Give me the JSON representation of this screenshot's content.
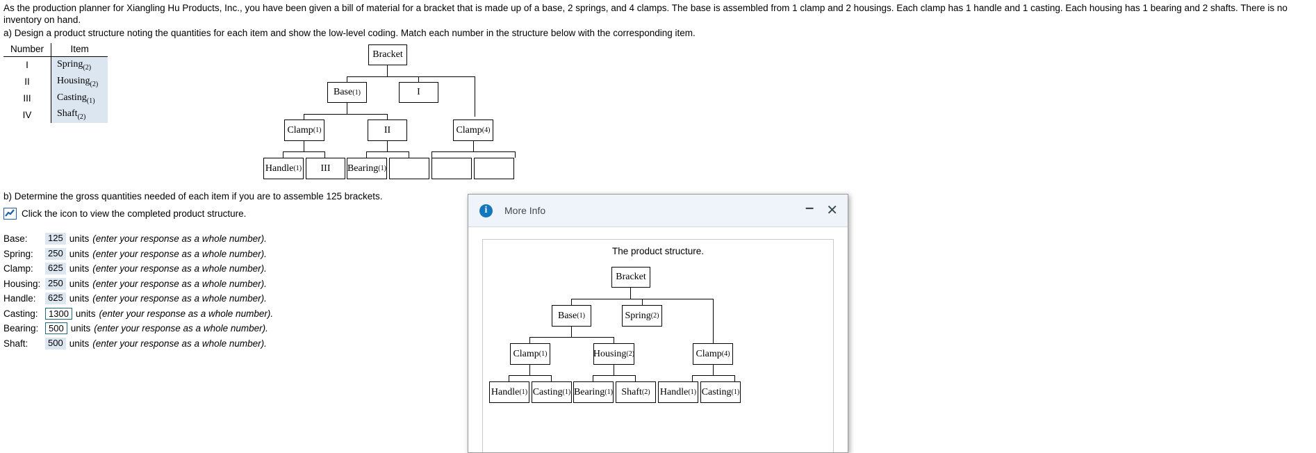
{
  "problem": {
    "intro": "As the production planner for Xiangling Hu Products, Inc., you have been given a bill of material for a bracket that is made up of a base, 2 springs, and 4 clamps. The base is assembled from 1 clamp and 2 housings. Each clamp has 1 handle and 1 casting. Each housing has 1 bearing and 2 shafts. There is no inventory on hand.",
    "part_a": "a) Design a product structure noting the quantities for each item and show the low-level coding. Match each number in the structure below with the corresponding item.",
    "part_b": "b) Determine the gross quantities needed of each item if you are to assemble 125 brackets.",
    "icon_hint": "Click the icon to view the completed product structure."
  },
  "legend": {
    "headers": [
      "Number",
      "Item"
    ],
    "rows": [
      {
        "number": "I",
        "item": "Spring",
        "qty": "(2)"
      },
      {
        "number": "II",
        "item": "Housing",
        "qty": "(2)"
      },
      {
        "number": "III",
        "item": "Casting",
        "qty": "(1)"
      },
      {
        "number": "IV",
        "item": "Shaft",
        "qty": "(2)"
      }
    ]
  },
  "main_tree": {
    "nodes": {
      "bracket": {
        "label": "Bracket",
        "qty": ""
      },
      "base": {
        "label": "Base",
        "qty": "(1)"
      },
      "roman_i": {
        "label": "I",
        "qty": ""
      },
      "clamp1": {
        "label": "Clamp",
        "qty": "(1)"
      },
      "roman_ii": {
        "label": "II",
        "qty": ""
      },
      "clamp4": {
        "label": "Clamp",
        "qty": "(4)"
      },
      "handle": {
        "label": "Handle",
        "qty": "(1)"
      },
      "roman_iii": {
        "label": "III",
        "qty": ""
      },
      "bearing": {
        "label": "Bearing",
        "qty": "(1)"
      }
    }
  },
  "answers": {
    "units_word": "units",
    "hint": "(enter your response as a whole number).",
    "rows": [
      {
        "label": "Base:",
        "value": "125",
        "state": "filled"
      },
      {
        "label": "Spring:",
        "value": "250",
        "state": "filled"
      },
      {
        "label": "Clamp:",
        "value": "625",
        "state": "filled"
      },
      {
        "label": "Housing:",
        "value": "250",
        "state": "filled"
      },
      {
        "label": "Handle:",
        "value": "625",
        "state": "filled"
      },
      {
        "label": "Casting:",
        "value": "1300",
        "state": "active"
      },
      {
        "label": "Bearing:",
        "value": "500",
        "state": "active"
      },
      {
        "label": "Shaft:",
        "value": "500",
        "state": "filled"
      }
    ]
  },
  "more_info": {
    "title": "More Info",
    "info_glyph": "i",
    "minimize_glyph": "–",
    "close_glyph": "✕",
    "caption": "The product structure.",
    "tree": {
      "bracket": {
        "label": "Bracket",
        "qty": ""
      },
      "base": {
        "label": "Base",
        "qty": "(1)"
      },
      "spring": {
        "label": "Spring",
        "qty": "(2)"
      },
      "clamp1": {
        "label": "Clamp",
        "qty": "(1)"
      },
      "housing": {
        "label": "Housing",
        "qty": "(2)"
      },
      "clamp4": {
        "label": "Clamp",
        "qty": "(4)"
      },
      "handle1": {
        "label": "Handle",
        "qty": "(1)"
      },
      "casting1": {
        "label": "Casting",
        "qty": "(1)"
      },
      "bearing": {
        "label": "Bearing",
        "qty": "(1)"
      },
      "shaft": {
        "label": "Shaft",
        "qty": "(2)"
      },
      "handle2": {
        "label": "Handle",
        "qty": "(1)"
      },
      "casting2": {
        "label": "Casting",
        "qty": "(1)"
      }
    }
  },
  "colors": {
    "input_fill": "#dce6f1",
    "input_active_border": "#1c6b7a",
    "dialog_header": "#eff4fb",
    "info_blue": "#1277bc"
  }
}
